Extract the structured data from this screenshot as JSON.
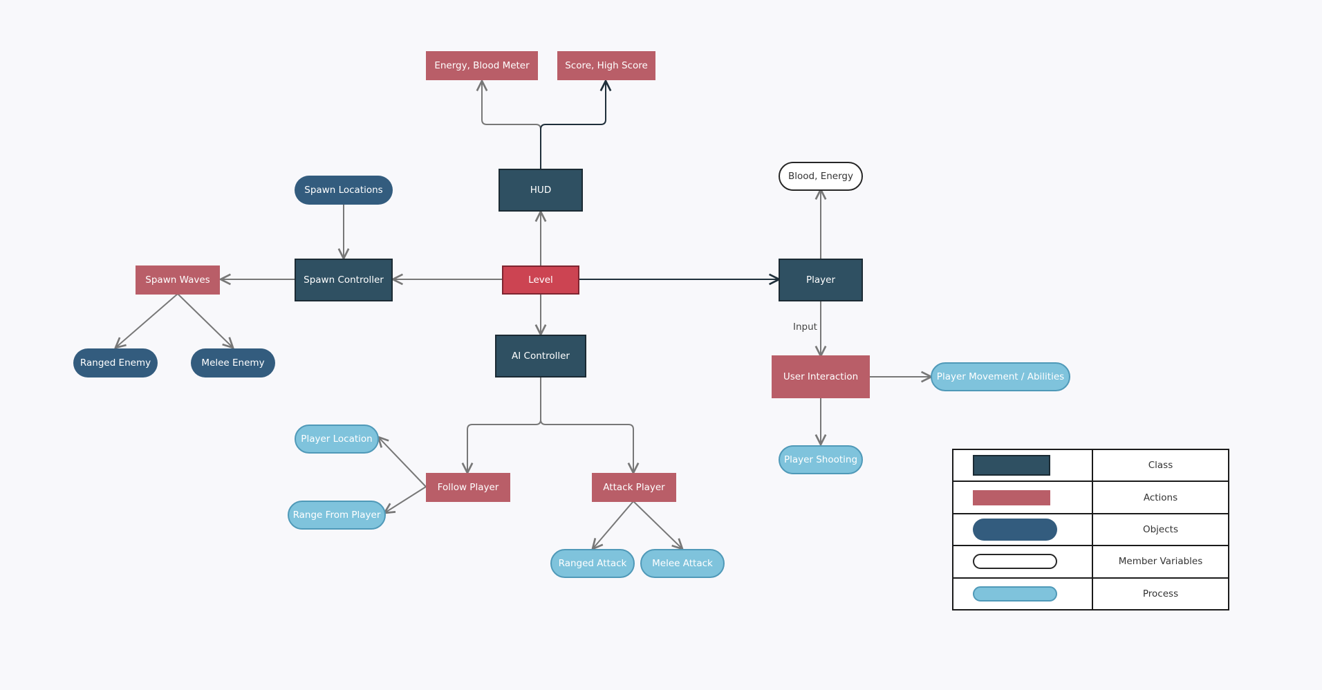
{
  "nodes": {
    "energy_blood_meter": "Energy, Blood Meter",
    "score_high_score": "Score, High Score",
    "hud": "HUD",
    "blood_energy": "Blood, Energy",
    "spawn_locations": "Spawn Locations",
    "spawn_waves": "Spawn Waves",
    "spawn_controller": "Spawn Controller",
    "level": "Level",
    "player": "Player",
    "ranged_enemy": "Ranged Enemy",
    "melee_enemy": "Melee Enemy",
    "ai_controller": "AI Controller",
    "user_interaction": "User Interaction",
    "player_movement": "Player Movement / Abilities",
    "player_location": "Player Location",
    "follow_player": "Follow Player",
    "attack_player": "Attack Player",
    "player_shooting": "Player Shooting",
    "range_from_player": "Range From Player",
    "ranged_attack": "Ranged Attack",
    "melee_attack": "Melee Attack"
  },
  "edge_labels": {
    "input": "Input"
  },
  "legend": {
    "class": "Class",
    "actions": "Actions",
    "objects": "Objects",
    "member_variables": "Member Variables",
    "process": "Process"
  },
  "colors": {
    "class": "#2f5062",
    "action": "#b95e68",
    "level": "#cc4452",
    "object": "#335c7e",
    "member": "#ffffff",
    "process": "#7fc3dc",
    "connector": "#777777",
    "connector_dark": "#1f2f3a"
  }
}
